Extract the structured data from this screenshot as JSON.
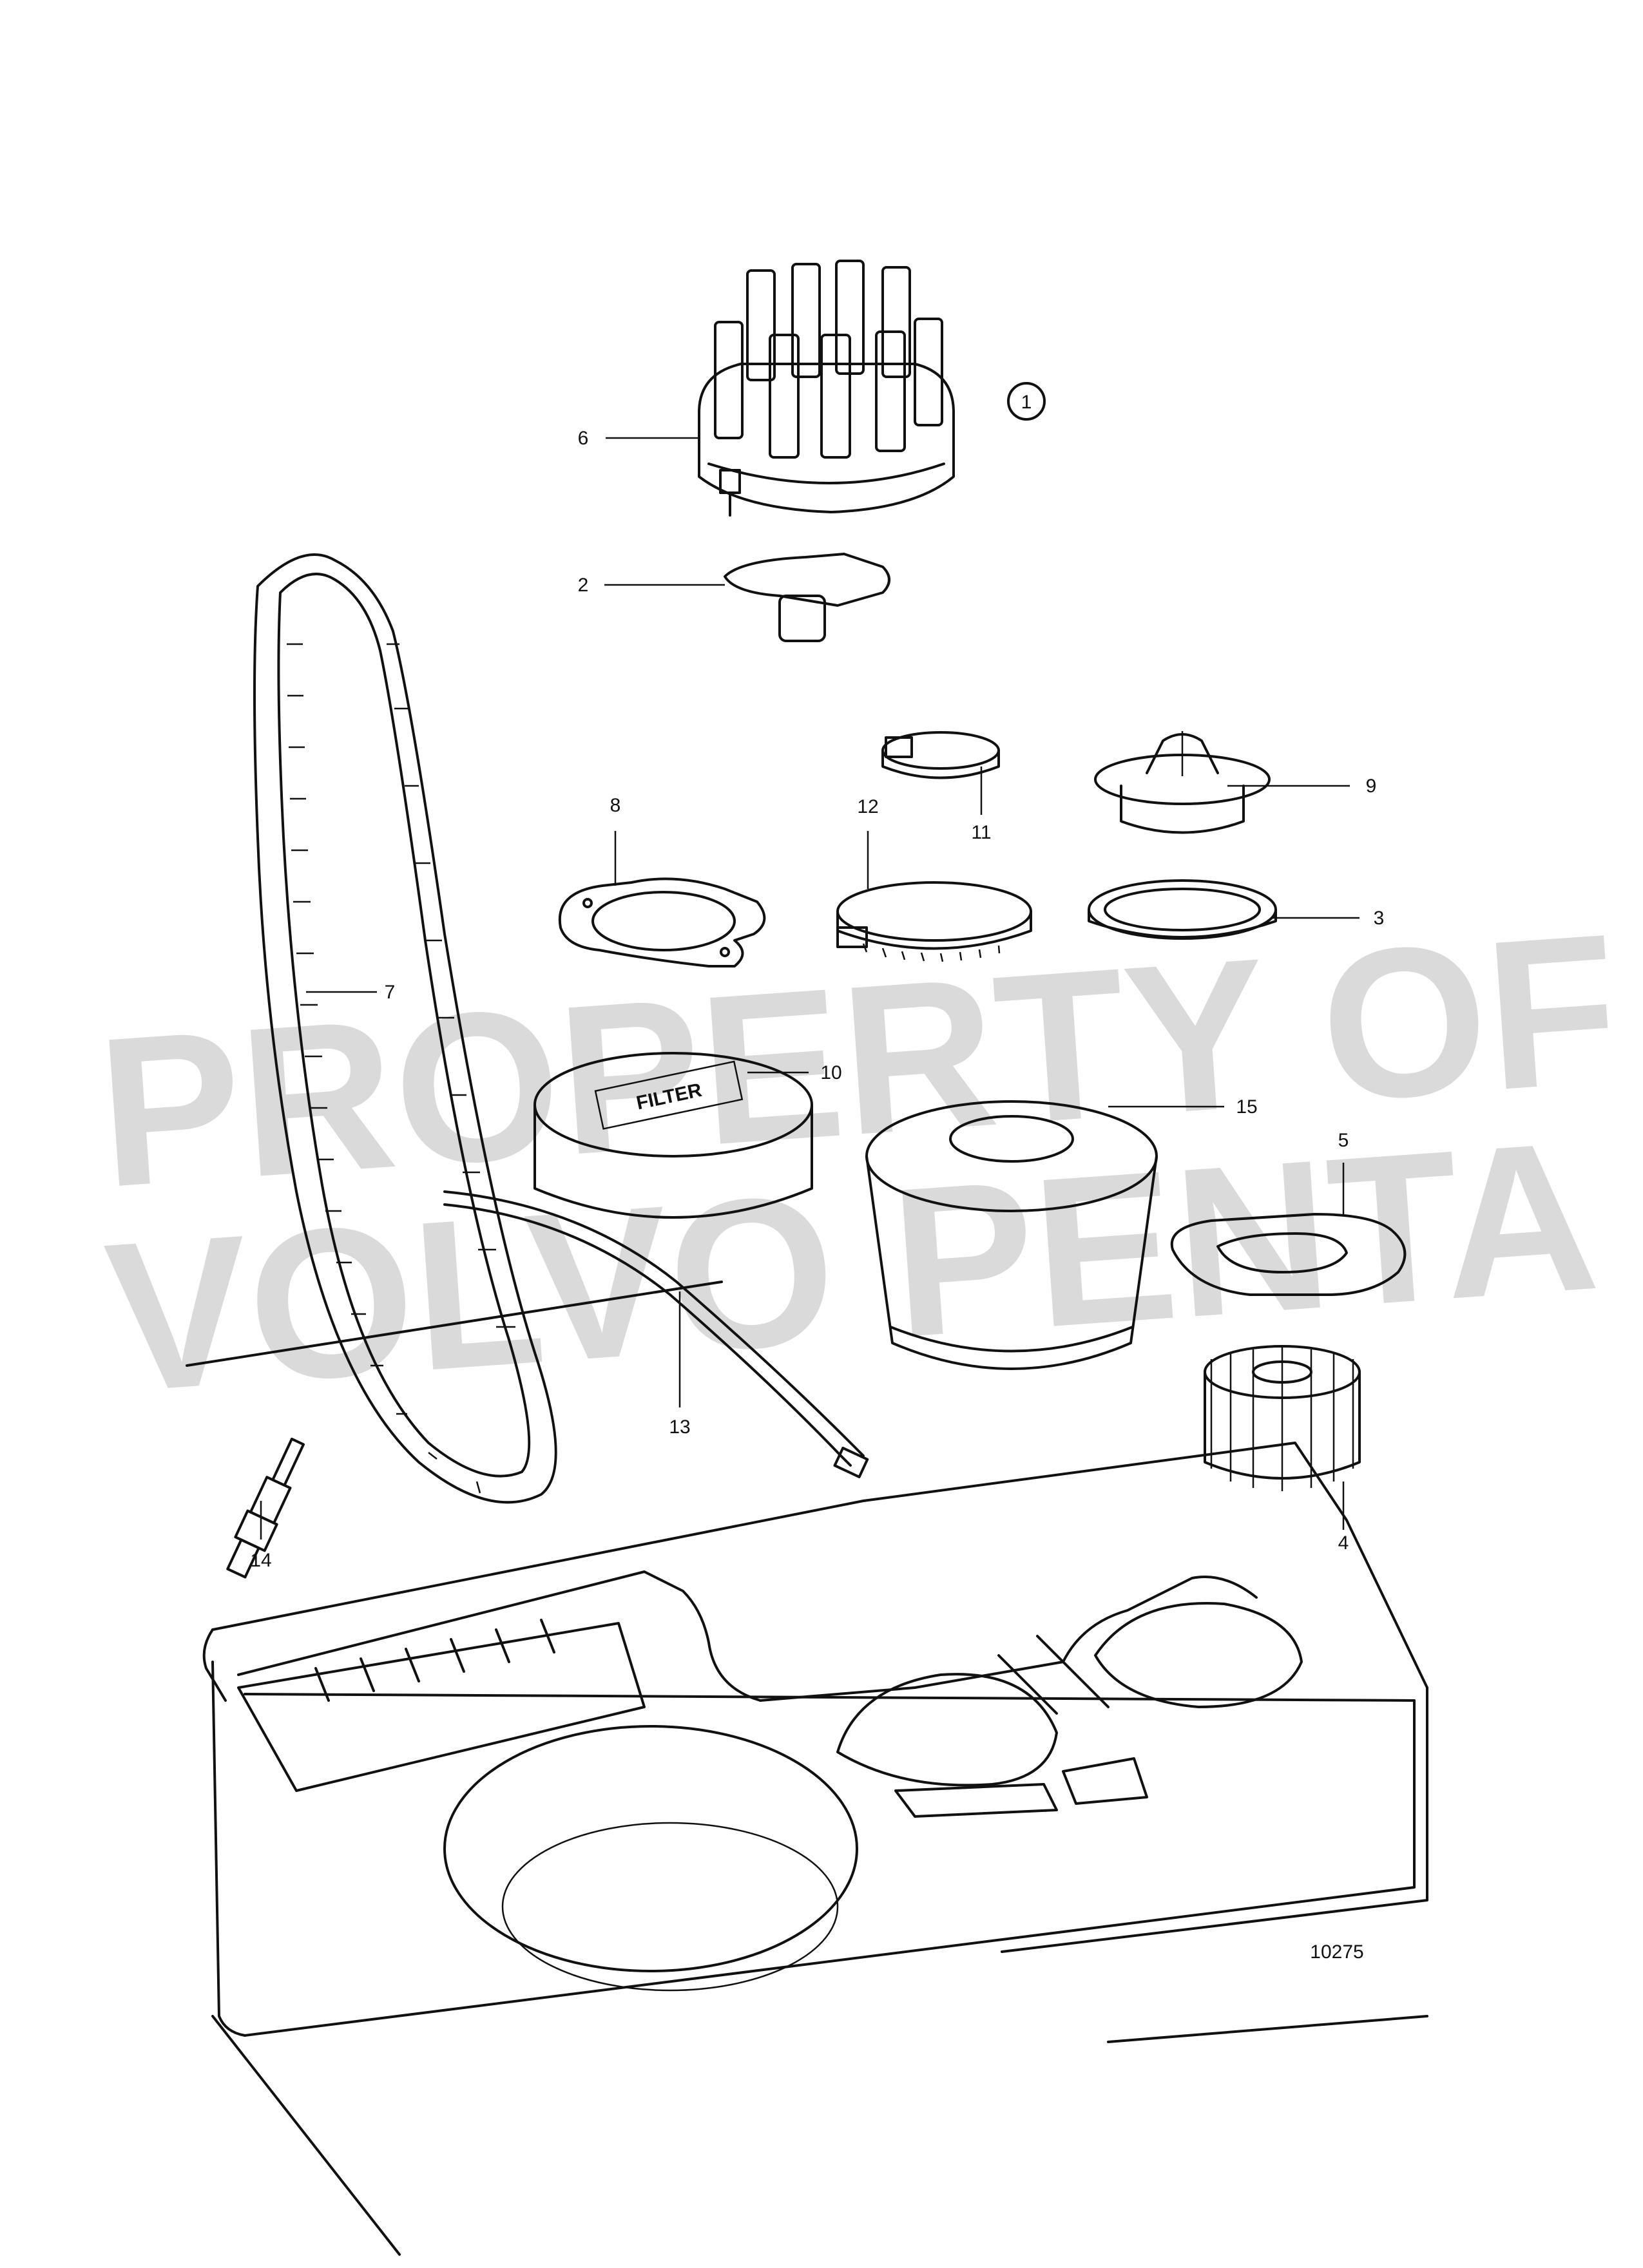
{
  "diagram": {
    "kit_number": "1",
    "figure_number": "10275",
    "watermark": [
      "PROPERTY OF",
      "VOLVO PENTA"
    ],
    "parts": [
      {
        "id": "p6",
        "label": "6"
      },
      {
        "id": "p2",
        "label": "2"
      },
      {
        "id": "p11",
        "label": "11"
      },
      {
        "id": "p9",
        "label": "9"
      },
      {
        "id": "p8",
        "label": "8"
      },
      {
        "id": "p12",
        "label": "12"
      },
      {
        "id": "p3",
        "label": "3"
      },
      {
        "id": "p7",
        "label": "7"
      },
      {
        "id": "p10",
        "label": "10"
      },
      {
        "id": "p15",
        "label": "15"
      },
      {
        "id": "p5",
        "label": "5"
      },
      {
        "id": "p13",
        "label": "13"
      },
      {
        "id": "p14",
        "label": "14"
      },
      {
        "id": "p4",
        "label": "4"
      }
    ],
    "filter_print": "FILTER"
  }
}
